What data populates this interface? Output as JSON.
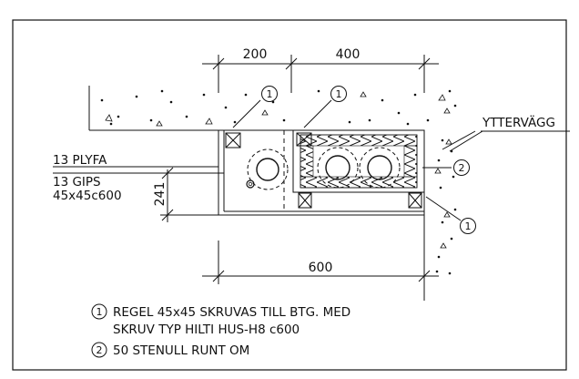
{
  "dimensions": {
    "top_left": "200",
    "top_right": "400",
    "bottom": "600",
    "vertical": "241"
  },
  "labels": {
    "exterior_wall": "YTTERVÄGG",
    "plywood": "13 PLYFA",
    "gypsum": "13 GIPS",
    "stud": "45x45c600"
  },
  "markers": {
    "regel": "1",
    "stenull": "2"
  },
  "notes": [
    {
      "marker": "1",
      "lines": [
        "REGEL 45x45 SKRUVAS TILL BTG. MED",
        "SKRUV TYP HILTI HUS-H8 c600"
      ]
    },
    {
      "marker": "2",
      "lines": [
        "50 STENULL RUNT OM"
      ]
    }
  ],
  "colors": {
    "line": "#111111",
    "background": "#ffffff"
  }
}
